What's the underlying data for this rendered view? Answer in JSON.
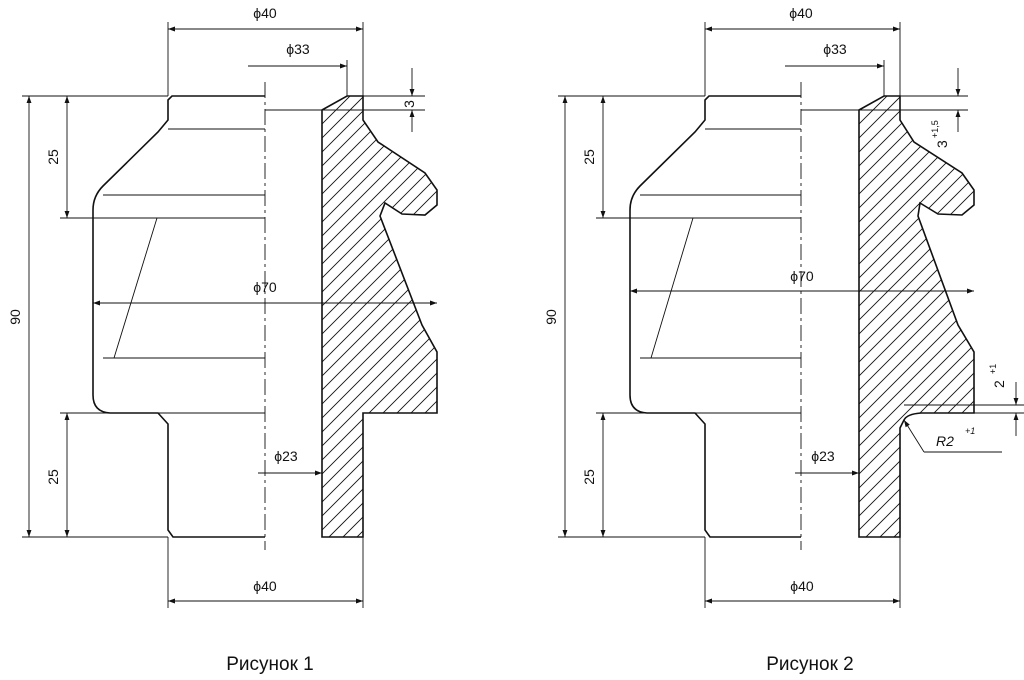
{
  "figures": [
    {
      "caption": "Рисунок 1",
      "dims": {
        "d_top": "ϕ40",
        "d_bore_top": "ϕ33",
        "d_flange": "ϕ70",
        "d_bore_bottom": "ϕ23",
        "d_bottom": "ϕ40",
        "h_total": "90",
        "h_top": "25",
        "h_bottom": "25",
        "h_step": "3"
      }
    },
    {
      "caption": "Рисунок 2",
      "dims": {
        "d_top": "ϕ40",
        "d_bore_top": "ϕ33",
        "d_flange": "ϕ70",
        "d_bore_bottom": "ϕ23",
        "d_bottom": "ϕ40",
        "h_total": "90",
        "h_top": "25",
        "h_bottom": "25",
        "h_step": "3",
        "h_step_tol": "+1,5",
        "groove_h": "2",
        "groove_h_tol": "+1",
        "radius": "R2",
        "radius_tol": "+1"
      }
    }
  ]
}
